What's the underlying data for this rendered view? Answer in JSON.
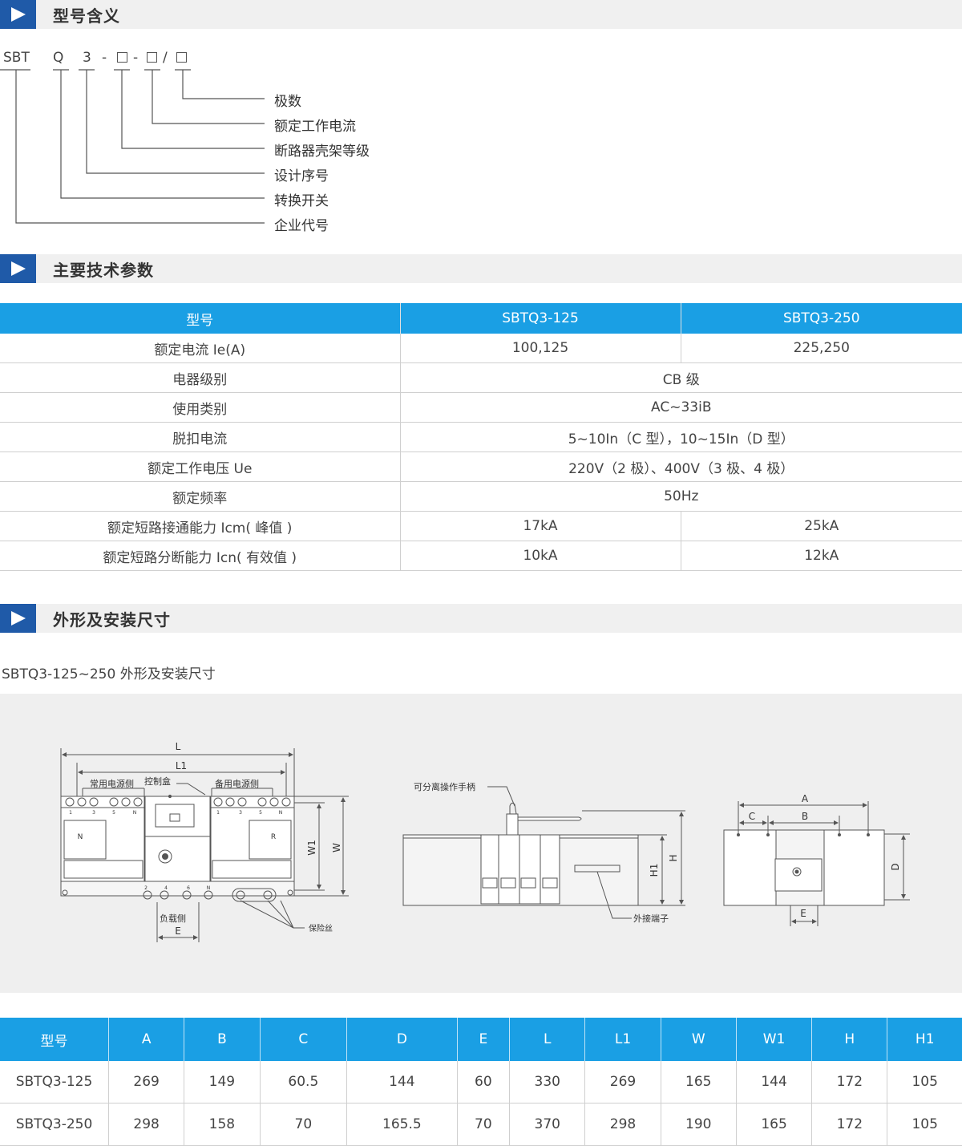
{
  "sections": {
    "model_meaning": "型号含义",
    "tech_params": "主要技术参数",
    "dimensions": "外形及安装尺寸"
  },
  "model_code": {
    "parts": [
      "SBT",
      "Q",
      "3",
      "-",
      "-",
      "/"
    ],
    "meanings": [
      "极数",
      "额定工作电流",
      "断路器壳架等级",
      "设计序号",
      "转换开关",
      "企业代号"
    ]
  },
  "spec_table": {
    "headers": [
      "型号",
      "SBTQ3-125",
      "SBTQ3-250"
    ],
    "rows": [
      {
        "label": "额定电流 Ie(A)",
        "v1": "100,125",
        "v2": "225,250"
      },
      {
        "label": "电器级别",
        "merged": "CB 级"
      },
      {
        "label": "使用类别",
        "merged": "AC~33iB"
      },
      {
        "label": "脱扣电流",
        "merged": "5~10In（C 型），10~15In（D 型）"
      },
      {
        "label": "额定工作电压 Ue",
        "merged": "220V（2 极）、400V（3 极、4 极）"
      },
      {
        "label": "额定频率",
        "merged": "50Hz"
      },
      {
        "label": "额定短路接通能力 Icm( 峰值 )",
        "v1": "17kA",
        "v2": "25kA"
      },
      {
        "label": "额定短路分断能力 Icn( 有效值 )",
        "v1": "10kA",
        "v2": "12kA"
      }
    ]
  },
  "drawing": {
    "subtitle": "SBTQ3-125~250 外形及安装尺寸",
    "front": {
      "dim_L": "L",
      "dim_L1": "L1",
      "dim_W": "W",
      "dim_W1": "W1",
      "dim_E": "E",
      "normal_side": "常用电源侧",
      "control_box": "控制盒",
      "backup_side": "备用电源侧",
      "load_side": "负载侧",
      "fuse": "保险丝",
      "n_mark": "N",
      "r_mark": "R",
      "top_terms": [
        "1",
        "3",
        "5",
        "N",
        "1",
        "3",
        "5",
        "N"
      ],
      "bottom_terms": [
        "2",
        "4",
        "6",
        "N"
      ]
    },
    "side": {
      "handle": "可分离操作手柄",
      "terminal": "外接端子",
      "dim_H": "H",
      "dim_H1": "H1"
    },
    "mount": {
      "dim_A": "A",
      "dim_B": "B",
      "dim_C": "C",
      "dim_D": "D",
      "dim_E": "E"
    }
  },
  "dim_table": {
    "headers": [
      "型号",
      "A",
      "B",
      "C",
      "D",
      "E",
      "L",
      "L1",
      "W",
      "W1",
      "H",
      "H1"
    ],
    "rows": [
      [
        "SBTQ3-125",
        "269",
        "149",
        "60.5",
        "144",
        "60",
        "330",
        "269",
        "165",
        "144",
        "172",
        "105"
      ],
      [
        "SBTQ3-250",
        "298",
        "158",
        "70",
        "165.5",
        "70",
        "370",
        "298",
        "190",
        "165",
        "172",
        "105"
      ]
    ]
  }
}
